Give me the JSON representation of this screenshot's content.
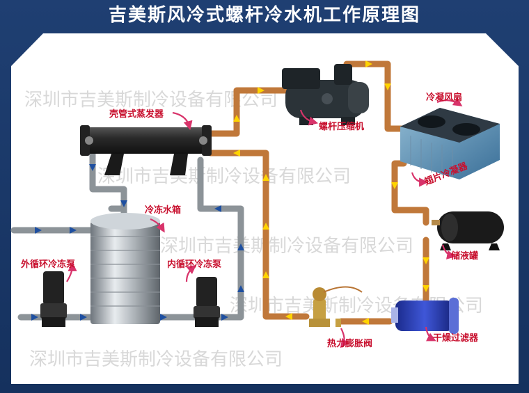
{
  "title": "吉美斯风冷式螺杆冷水机工作原理图",
  "labels": {
    "evaporator": "壳管式蒸发器",
    "compressor": "螺杆压缩机",
    "condenser_fan": "冷凝风扇",
    "condenser": "翅片冷凝器",
    "water_tank": "冷冻水箱",
    "receiver": "储液罐",
    "outer_pump": "外循环冷冻泵",
    "inner_pump": "内循环冷冻泵",
    "expansion_valve": "热力膨胀阀",
    "filter_drier": "干燥过滤器"
  },
  "watermarks": [
    "深圳市吉美斯制冷设备有限公司",
    "深圳市吉美斯制冷设备有限公司",
    "深圳市吉美斯制冷设备有限公司",
    "深圳市吉美斯制冷设备有限公司",
    "深圳市吉美斯制冷设备有限公司"
  ],
  "colors": {
    "copper": "#c0783a",
    "water_pipe": "#8c9398",
    "arrow_yellow": "#ffd400",
    "arrow_blue": "#1e4fa0",
    "label_red": "#c8102e",
    "curve_pink": "#d8336a"
  }
}
